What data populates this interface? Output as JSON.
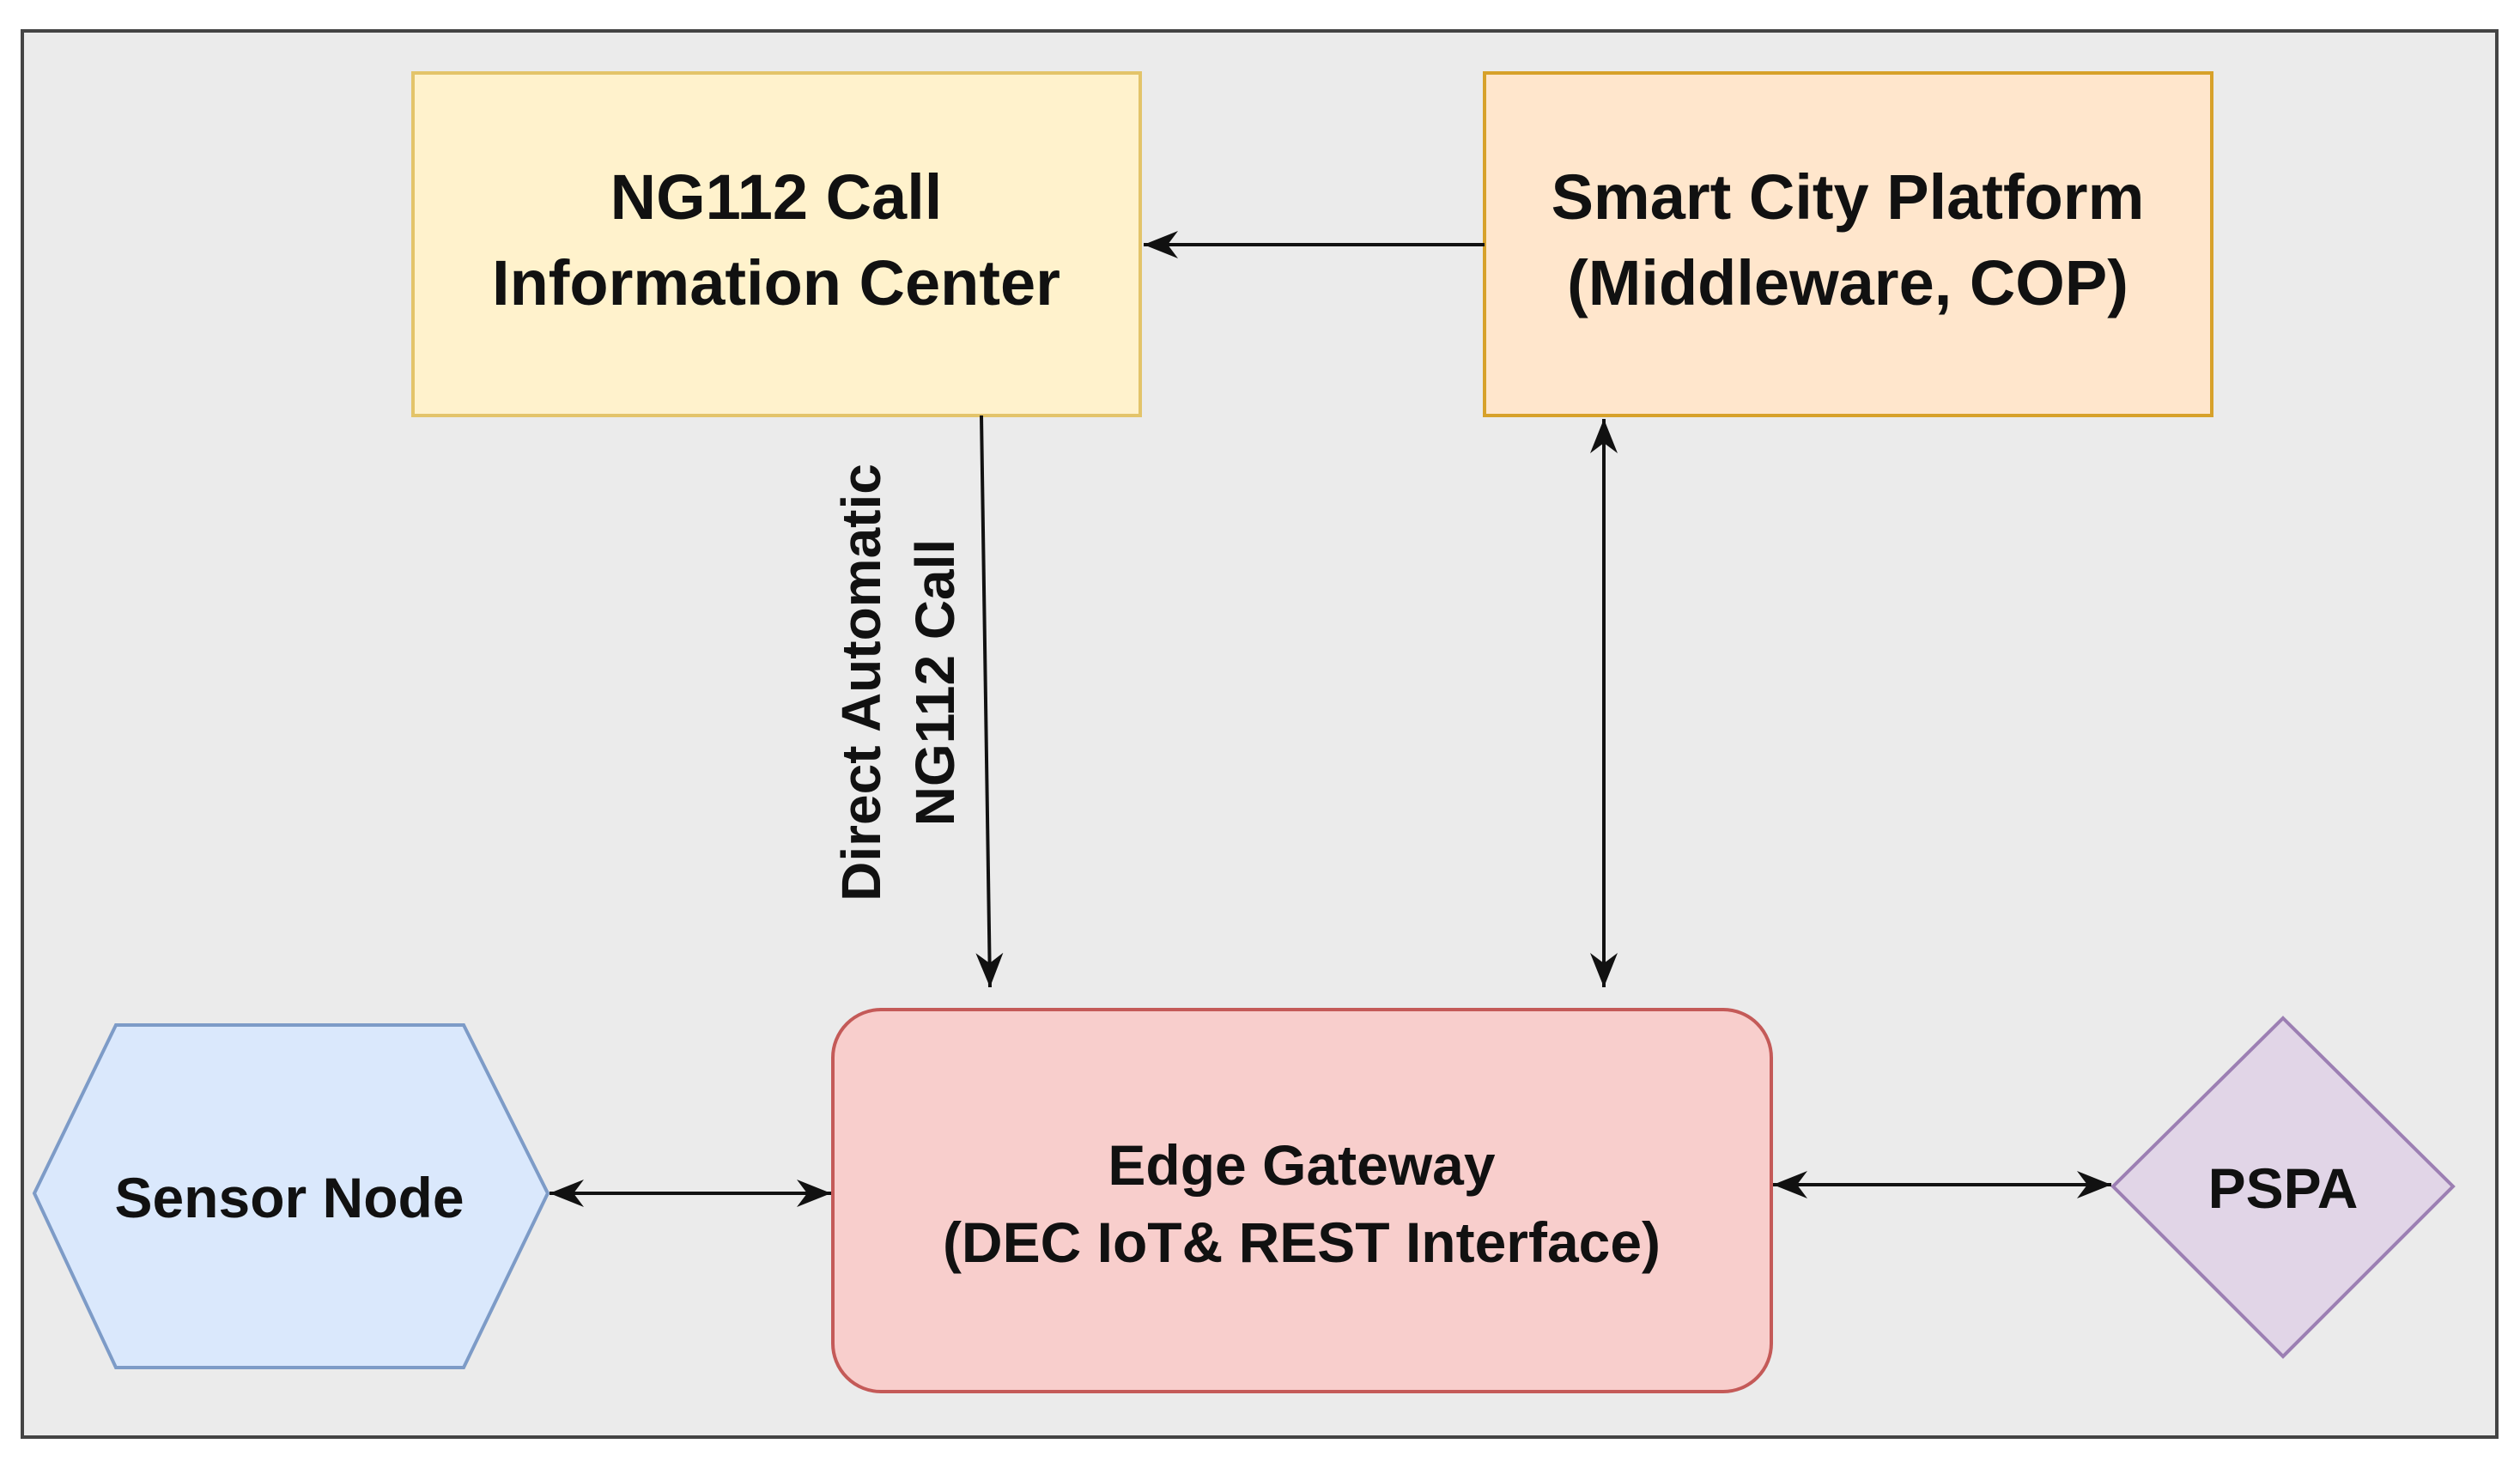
{
  "nodes": {
    "ng112": {
      "line1": "NG112 Call",
      "line2": "Information Center",
      "fill": "#fff2cc",
      "stroke": "#e3c46a"
    },
    "smart_city": {
      "line1": "Smart City Platform",
      "line2": "(Middleware, COP)",
      "fill": "#ffe6cc",
      "stroke": "#d7a12a"
    },
    "edge_gateway": {
      "line1": "Edge Gateway",
      "line2": "(DEC IoT& REST Interface)",
      "fill": "#f8cecc",
      "stroke": "#c45a58"
    },
    "sensor_node": {
      "label": "Sensor Node",
      "fill": "#dae8fc",
      "stroke": "#7d9bc7"
    },
    "pspa": {
      "label": "PSPA",
      "fill": "#e1d5e7",
      "stroke": "#9c7fb3"
    }
  },
  "edges": {
    "ng112_to_gateway": {
      "line1": "Direct Automatic",
      "line2": "NG112 Call"
    }
  },
  "colors": {
    "background": "#ebebeb",
    "frame": "#444444",
    "arrow": "#111111"
  }
}
